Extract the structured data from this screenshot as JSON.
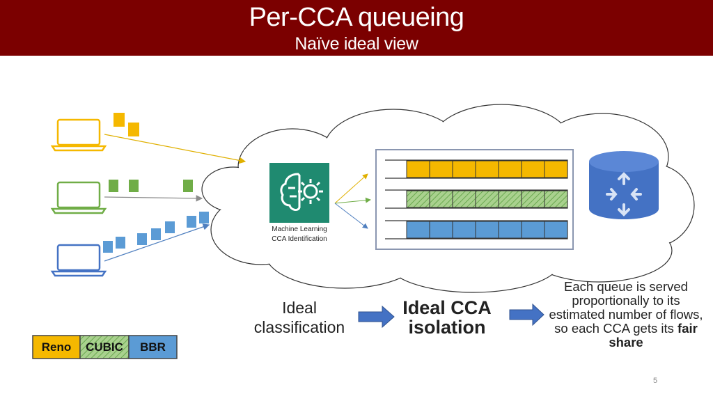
{
  "header": {
    "title": "Per-CCA queueing",
    "subtitle": "Naïve ideal view"
  },
  "ml_box": {
    "label_line1": "Machine Learning",
    "label_line2": "CCA Identification",
    "color": "#1f8a70"
  },
  "flow_colors": {
    "reno": "#f5b800",
    "cubic": "#70ad47",
    "bbr": "#4f8fd8",
    "laptop_reno": "#f5b800",
    "laptop_cubic": "#70ad47",
    "laptop_bbr": "#4472c4"
  },
  "router": {
    "icon": "router-icon",
    "color": "#4472c4"
  },
  "bottom": {
    "ideal_classification": "Ideal classification",
    "ideal_isolation": "Ideal CCA isolation",
    "share_prefix": "Each queue is served proportionally to its estimated number of flows, so each CCA gets its",
    "share_bold": "fair share"
  },
  "legend": [
    {
      "label": "Reno",
      "color": "#f5b800"
    },
    {
      "label": "CUBIC",
      "color": "#a9d18e",
      "hatched": true
    },
    {
      "label": "BBR",
      "color": "#5b9bd5"
    }
  ],
  "page_number": "5"
}
